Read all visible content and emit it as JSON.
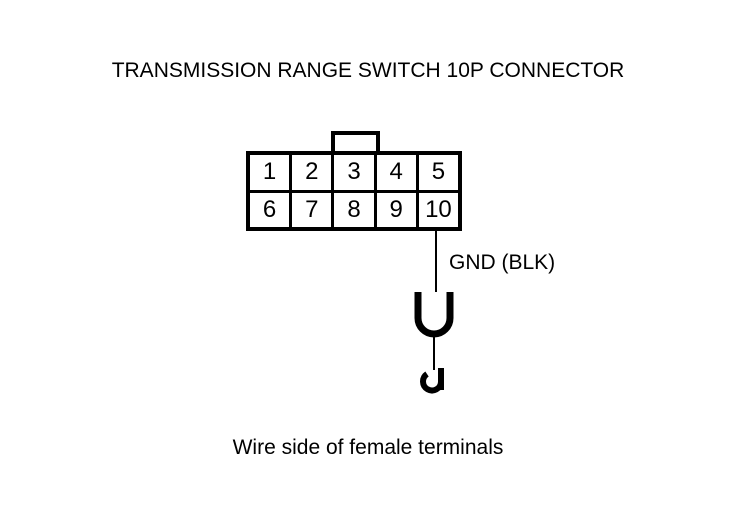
{
  "diagram": {
    "title": "TRANSMISSION RANGE SWITCH 10P CONNECTOR",
    "caption": "Wire side of female terminals",
    "line_color": "#000000",
    "background_color": "#ffffff"
  },
  "connector": {
    "name": "Transmission Range Switch 10P Connector",
    "pin_count": 10,
    "columns": 5,
    "rows": [
      {
        "label": "top-row",
        "pins": [
          "1",
          "2",
          "3",
          "4",
          "5"
        ]
      },
      {
        "label": "bottom-row",
        "pins": [
          "6",
          "7",
          "8",
          "9",
          "10"
        ]
      }
    ]
  },
  "wires": [
    {
      "from_pin": "10",
      "label": "GND (BLK)",
      "color_code": "BLK",
      "function": "GND",
      "terminates_in": "ground-symbol"
    }
  ]
}
